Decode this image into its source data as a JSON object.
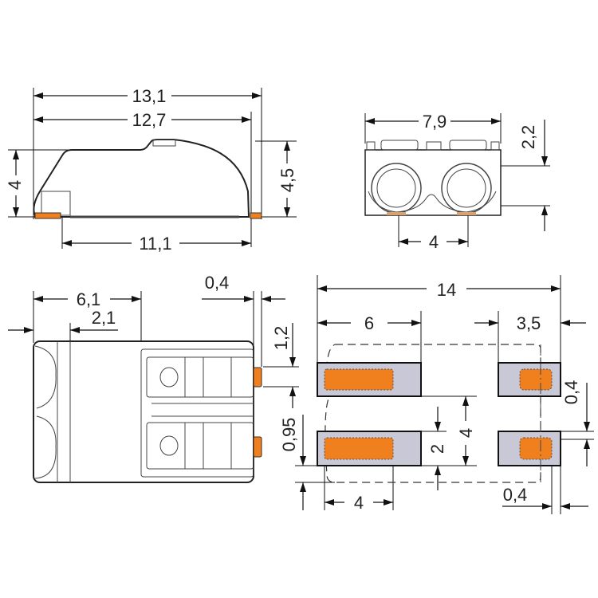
{
  "colors": {
    "contact": "#f07f1e",
    "pad": "#c9c8d6",
    "line": "#111111"
  },
  "side_view": {
    "overall_length": "13,1",
    "body_length": "12,7",
    "pad_span": "11,1",
    "front_height": "4",
    "total_height": "4,5"
  },
  "front_view": {
    "width": "7,9",
    "top_offset": "2,2",
    "pitch": "4"
  },
  "top_view": {
    "length": "6,1",
    "lead_in": "2,1",
    "pin_protrusion": "0,4",
    "pin_offset": "1,2",
    "pin_gap": "0,95"
  },
  "footprint": {
    "total": "14",
    "pad_left": "6",
    "pad_right": "3,5",
    "pitch": "4",
    "pad_height": "2",
    "offset_right": "0,4",
    "offset_bottom": "0,4",
    "solder_len": "4"
  }
}
